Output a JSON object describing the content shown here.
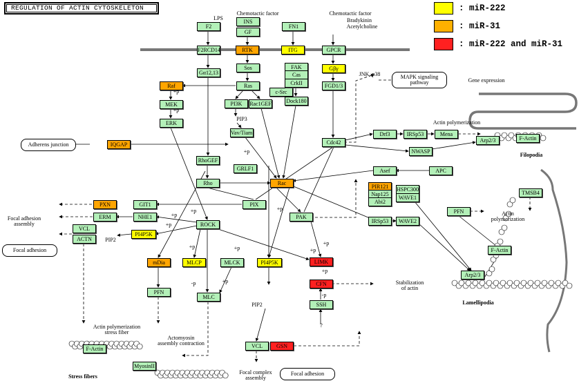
{
  "title": "REGULATION OF ACTIN CYTOSKELETON",
  "colors": {
    "default": "#b3f0b8",
    "miR-222": "#ffff00",
    "miR-31": "#ffa500",
    "both": "#ff2020"
  },
  "legend": [
    {
      "label": ": miR-222",
      "color": "#ffff00"
    },
    {
      "label": ": miR-31",
      "color": "#ffb000"
    },
    {
      "label": ": miR-222 and miR-31",
      "color": "#ff2020"
    }
  ],
  "nodes": [
    {
      "label": "F2",
      "c": "default"
    },
    {
      "label": "INS",
      "c": "default"
    },
    {
      "label": "GF",
      "c": "default"
    },
    {
      "label": "FN1",
      "c": "default"
    },
    {
      "label": "F2RCD14",
      "c": "default"
    },
    {
      "label": "RTK",
      "c": "miR-31"
    },
    {
      "label": "ITG",
      "c": "miR-222"
    },
    {
      "label": "GPCR",
      "c": "default"
    },
    {
      "label": "Sos",
      "c": "default"
    },
    {
      "label": "Gα12,13",
      "c": "default"
    },
    {
      "label": "Raf",
      "c": "miR-31"
    },
    {
      "label": "Ras",
      "c": "default"
    },
    {
      "label": "c-Src",
      "c": "default"
    },
    {
      "label": "FAK",
      "c": "default"
    },
    {
      "label": "Cas",
      "c": "default"
    },
    {
      "label": "CrkII",
      "c": "default"
    },
    {
      "label": "Dock180",
      "c": "default"
    },
    {
      "label": "Gβγ",
      "c": "miR-222"
    },
    {
      "label": "FGD1/3",
      "c": "default"
    },
    {
      "label": "MEK",
      "c": "default"
    },
    {
      "label": "PI3K",
      "c": "default"
    },
    {
      "label": "Rac1GEF",
      "c": "default"
    },
    {
      "label": "ERK",
      "c": "default"
    },
    {
      "label": "Vav/Tiam1",
      "c": "default"
    },
    {
      "label": "IQGAP",
      "c": "miR-31"
    },
    {
      "label": "RhoGEF",
      "c": "default"
    },
    {
      "label": "GRLF1",
      "c": "default"
    },
    {
      "label": "Rho",
      "c": "default"
    },
    {
      "label": "Rac",
      "c": "miR-31"
    },
    {
      "label": "Cdc42",
      "c": "default"
    },
    {
      "label": "Drf3",
      "c": "default"
    },
    {
      "label": "IRSp53",
      "c": "default"
    },
    {
      "label": "Mena",
      "c": "default"
    },
    {
      "label": "Arp2/3",
      "c": "default"
    },
    {
      "label": "F-Actin",
      "c": "default"
    },
    {
      "label": "NWASP",
      "c": "default"
    },
    {
      "label": "Asef",
      "c": "default"
    },
    {
      "label": "APC",
      "c": "default"
    },
    {
      "label": "PIR121",
      "c": "miR-31"
    },
    {
      "label": "Nap125",
      "c": "default"
    },
    {
      "label": "Abi2",
      "c": "default"
    },
    {
      "label": "HSPC300",
      "c": "default"
    },
    {
      "label": "WAVE1",
      "c": "default"
    },
    {
      "label": "PIX",
      "c": "default"
    },
    {
      "label": "PAK",
      "c": "default"
    },
    {
      "label": "IRSp53",
      "c": "default"
    },
    {
      "label": "WAVE2",
      "c": "default"
    },
    {
      "label": "PFN",
      "c": "default"
    },
    {
      "label": "TMSB4",
      "c": "default"
    },
    {
      "label": "F-Actin",
      "c": "default"
    },
    {
      "label": "Arp2/3",
      "c": "default"
    },
    {
      "label": "PXN",
      "c": "miR-31"
    },
    {
      "label": "GIT1",
      "c": "default"
    },
    {
      "label": "ERM",
      "c": "default"
    },
    {
      "label": "NHE1",
      "c": "default"
    },
    {
      "label": "ROCK",
      "c": "default"
    },
    {
      "label": "VCL",
      "c": "default"
    },
    {
      "label": "ACTN",
      "c": "default"
    },
    {
      "label": "PI4P5K",
      "c": "miR-222"
    },
    {
      "label": "mDia",
      "c": "miR-31"
    },
    {
      "label": "MLCP",
      "c": "miR-222"
    },
    {
      "label": "MLCK",
      "c": "default"
    },
    {
      "label": "PI4P5K",
      "c": "miR-222"
    },
    {
      "label": "LIMK",
      "c": "both"
    },
    {
      "label": "CFN",
      "c": "both"
    },
    {
      "label": "SSH",
      "c": "default"
    },
    {
      "label": "PFN",
      "c": "default"
    },
    {
      "label": "MLC",
      "c": "default"
    },
    {
      "label": "VCL",
      "c": "default"
    },
    {
      "label": "GSN",
      "c": "both"
    },
    {
      "label": "F-Actin",
      "c": "default"
    },
    {
      "label": "MyosinII",
      "c": "default"
    }
  ],
  "labels": [
    "LPS",
    "Chemotactic factor",
    "Chemotactic factor",
    "Bradykinin",
    "Acetylcholine",
    "JNK, p38",
    "Gene expression",
    "Actin polymerization",
    "PIP3",
    "+p",
    "+p",
    "+p",
    "Focal adhesion\nassembly",
    "PIP2",
    "+p",
    "+p",
    "+p",
    "+p",
    "+p",
    "-p",
    "+p",
    "+p",
    "+p",
    "Actin\npolymerization",
    "Stabilization\nof actin",
    "?",
    "Actin polymerization\nstress fiber",
    "Actomyosin\nassembly contraction",
    "PIP2",
    "Focal complex\nassembly",
    "+p",
    "-p",
    "+p"
  ],
  "bold_labels": [
    "Filopodia",
    "Lamellipodia",
    "Stress fibers"
  ],
  "pills": [
    "Adherens junction",
    "MAPK signaling\npathway",
    "Focal adhesion",
    "Focal adhesion"
  ]
}
